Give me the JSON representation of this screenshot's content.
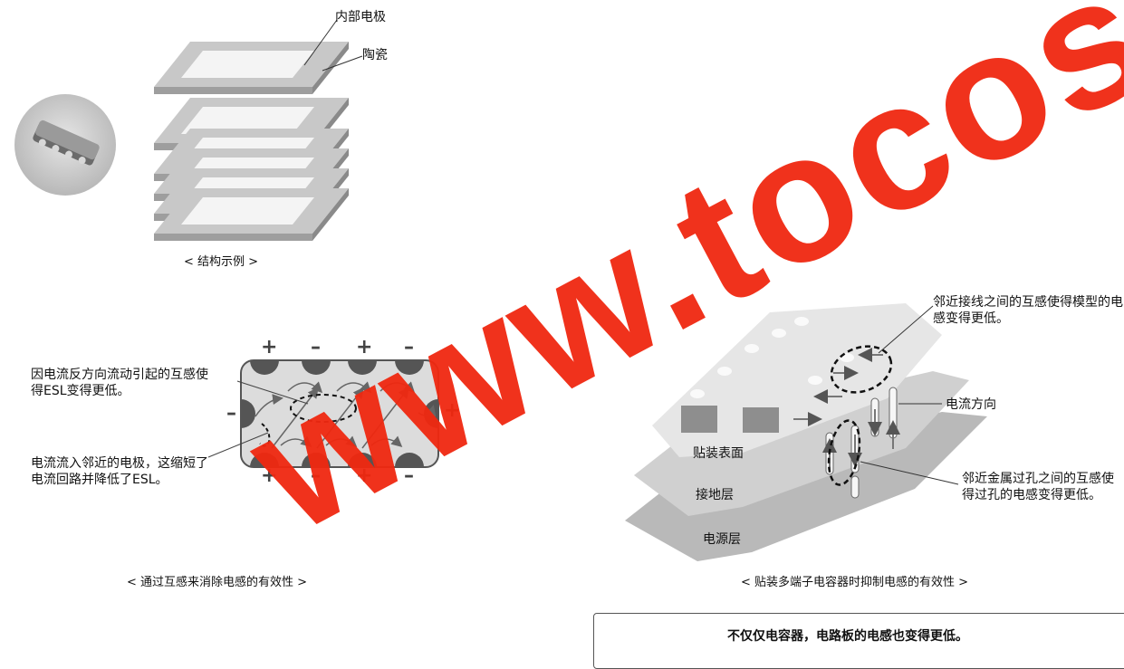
{
  "structure": {
    "label_internal_electrode": "内部电极",
    "label_ceramic": "陶瓷",
    "caption": "< 结构示例 >"
  },
  "mutual": {
    "signs_top": [
      "+",
      "–",
      "+",
      "–"
    ],
    "signs_bottom": [
      "+",
      "–",
      "+",
      "–"
    ],
    "sign_left": "–",
    "sign_right": "+",
    "annotation_reverse_current": "因电流反方向流动引起的互感使得ESL变得更低。",
    "annotation_adjacent_electrode": "电流流入邻近的电极，这缩短了电流回路并降低了ESL。",
    "caption": "< 通过互感来消除电感的有效性 >"
  },
  "board": {
    "layer_surface": "贴装表面",
    "layer_ground": "接地层",
    "layer_power": "电源层",
    "annotation_wiring": "邻近接线之间的互感使得模型的电感变得更低。",
    "annotation_current_direction": "电流方向",
    "annotation_vias": "邻近金属过孔之间的互感使得过孔的电感变得更低。",
    "caption": "< 贴装多端子电容器时抑制电感的有效性 >"
  },
  "note": {
    "text": "不仅仅电容器，电路板的电感也变得更低。"
  },
  "watermark": {
    "text": "www.tocos.com"
  },
  "colors": {
    "watermark": "#f02810",
    "plate_top": "#c8c8c8",
    "plate_side": "#9e9e9e",
    "electrode": "#f4f4f4",
    "terminal": "#555555",
    "board_body": "#d4d4d4"
  }
}
